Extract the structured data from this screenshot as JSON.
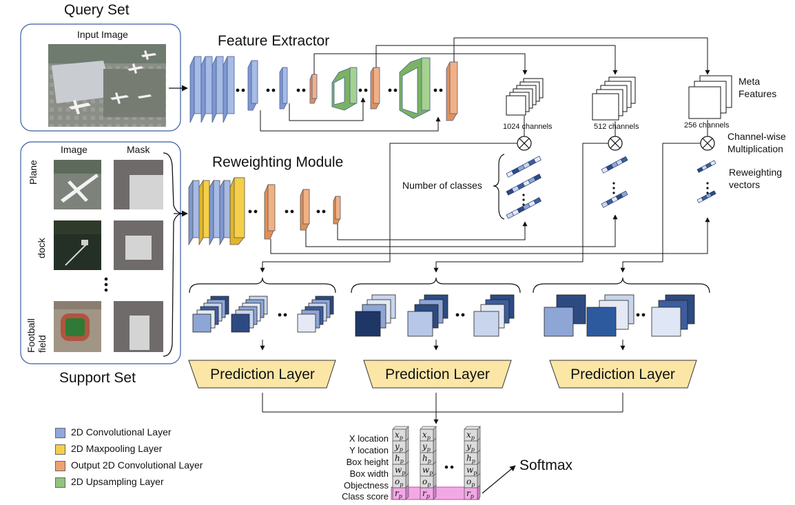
{
  "query_set": {
    "title": "Query Set",
    "input_image_label": "Input Image",
    "photo_icon": "airport-aerial-photo"
  },
  "support_set": {
    "title": "Support Set",
    "image_col": "Image",
    "mask_col": "Mask",
    "rows": [
      {
        "label": "Plane",
        "photo_icon": "airplane-aerial-photo"
      },
      {
        "label": "dock",
        "photo_icon": "dock-aerial-photo"
      },
      {
        "label": "Football field",
        "photo_icon": "football-field-aerial-photo"
      }
    ],
    "ellipsis": "⋮"
  },
  "feature_extractor": {
    "title": "Feature Extractor"
  },
  "reweighting_module": {
    "title": "Reweighting Module"
  },
  "meta": {
    "channels": [
      "1024 channels",
      "512 channels",
      "256 channels"
    ],
    "meta_features_line1": "Meta",
    "meta_features_line2": "Features",
    "channel_wise_line1": "Channel-wise",
    "channel_wise_line2": "Multiplication",
    "reweighting_line1": "Reweighting",
    "reweighting_line2": "vectors",
    "number_of_classes": "Number of classes"
  },
  "prediction_layer_label": "Prediction Layer",
  "output": {
    "row_labels": [
      "X location",
      "Y location",
      "Box height",
      "Box width",
      "Objectness",
      "Class score"
    ],
    "cells": [
      "x",
      "y",
      "h",
      "w",
      "o",
      "r"
    ],
    "subscript": "p",
    "softmax": "Softmax"
  },
  "legend": [
    {
      "label": "2D Convolutional Layer",
      "color": "#8fa8dc"
    },
    {
      "label": "2D Maxpooling Layer",
      "color": "#f5cf48"
    },
    {
      "label": "Output 2D Convolutional Layer",
      "color": "#eda272"
    },
    {
      "label": "2D Upsampling Layer",
      "color": "#93c47d"
    }
  ],
  "colors": {
    "conv": "#8fa8dc",
    "maxpool": "#f5cf48",
    "output_conv": "#eda272",
    "upsampling": "#93c47d",
    "prediction_fill": "#fbe6a6",
    "class_score_highlight": "#f3a8e6",
    "dark_blue": "#2d4a82",
    "light_blue": "#c9d5ec"
  }
}
